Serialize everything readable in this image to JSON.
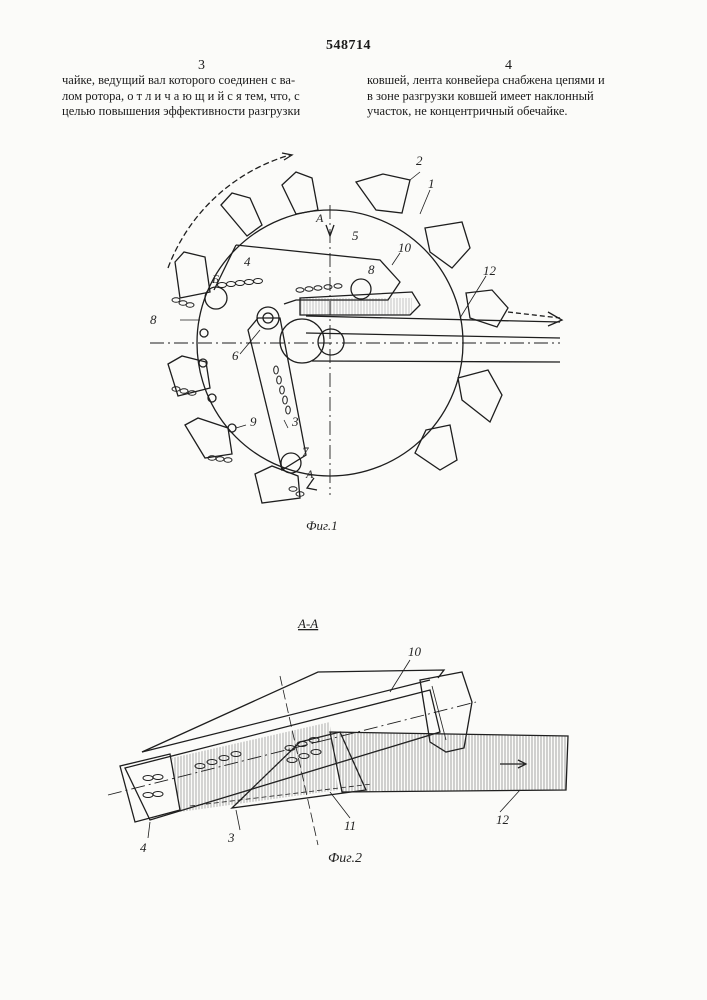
{
  "header": {
    "patent_number": "548714",
    "col_left_number": "3",
    "col_right_number": "4"
  },
  "col_left_lines": [
    "чайке, ведущий вал которого соединен с ва-",
    "лом ротора, о т л и ч а ю щ и й с я тем, что, с",
    "целью повышения эффективности разгрузки"
  ],
  "col_right_lines": [
    "ковшей, лента конвейера снабжена цепями и",
    "в зоне разгрузки ковшей имеет наклонный",
    "участок, не концентричный обечайке."
  ],
  "figure1": {
    "caption": "Фиг.1",
    "labels": {
      "l1": "1",
      "l2": "2",
      "l3": "3",
      "l4": "4",
      "l5": "5",
      "l6": "6",
      "l7": "7",
      "l8": "8",
      "l9": "9",
      "l10": "10",
      "l12": "12",
      "lA1": "А",
      "lA2": "А",
      "lB": "Б",
      "l8b": "8"
    }
  },
  "figure2": {
    "section_label": "А-А",
    "caption": "Фиг.2",
    "labels": {
      "l3": "3",
      "l4": "4",
      "l10": "10",
      "l11": "11",
      "l12": "12"
    }
  }
}
